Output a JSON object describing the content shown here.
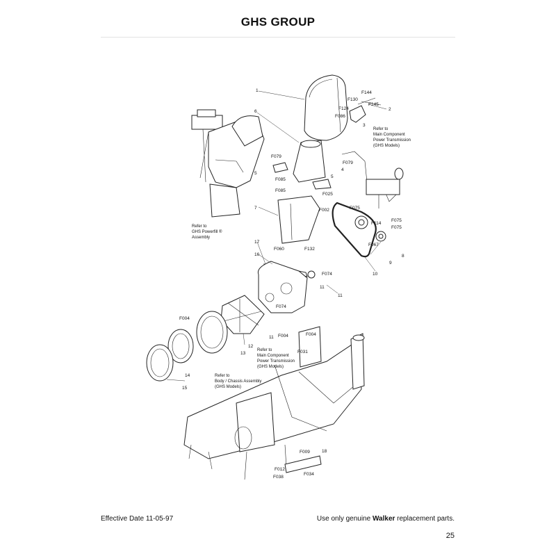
{
  "header": {
    "title": "GHS GROUP"
  },
  "footer": {
    "effective_date": "Effective Date 11-05-97",
    "notice_prefix": "Use only genuine ",
    "notice_brand": "Walker",
    "notice_suffix": " replacement parts.",
    "page_number": "25"
  },
  "callouts": {
    "c1": "1",
    "c2": "2",
    "c3": "3",
    "c4": "4",
    "c5a": "5",
    "c5b": "5",
    "c6": "6",
    "c7": "7",
    "c8": "8",
    "c9": "9",
    "c10": "10",
    "c11a": "11",
    "c11b": "11",
    "c11c": "11",
    "c12": "12",
    "c13": "13",
    "c14": "14",
    "c15": "15",
    "c16": "16",
    "c17": "17",
    "c18": "18",
    "f144": "F144",
    "f130": "F130",
    "f145": "F145",
    "f124": "F124",
    "f086": "F086",
    "f079a": "F079",
    "f079b": "F079",
    "f085": "F085",
    "f085b": "F085",
    "f025": "F025",
    "f002": "F002",
    "f075a": "F075",
    "f075b": "F075",
    "f075c": "F075",
    "f114": "F114",
    "f067": "F067",
    "f060": "F060",
    "f132": "F132",
    "f074a": "F074",
    "f074b": "F074",
    "f004a": "F004",
    "f004b": "F004",
    "f004c": "F004",
    "f031": "F031",
    "f009": "F009",
    "f012": "F012",
    "f038": "F038",
    "f034": "F034"
  },
  "notes": {
    "powerfill": [
      "Refer to",
      "GHS Powerfill ®",
      "Assembly"
    ],
    "main_top": [
      "Refer to",
      "Main Component",
      "Power Transmission",
      "(GHS Models)"
    ],
    "main_mid": [
      "Refer to",
      "Main Component",
      "Power Transmission",
      "(GHS Models)"
    ],
    "body": [
      "Refer to",
      "Body / Chassis Assembly",
      "(GHS Models)"
    ]
  }
}
